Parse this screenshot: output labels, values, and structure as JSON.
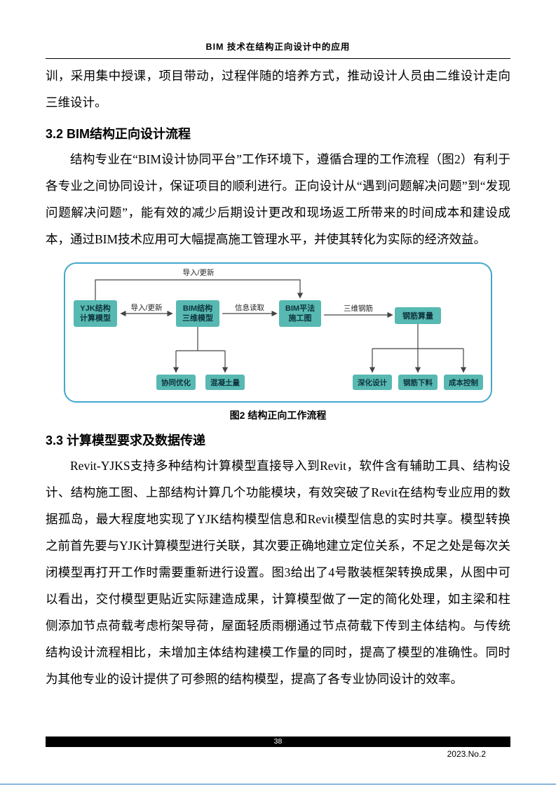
{
  "header": {
    "title": "BIM 技术在结构正向设计中的应用"
  },
  "body": {
    "para_continuation": "训，采用集中授课，项目带动，过程伴随的培养方式，推动设计人员由二维设计走向三维设计。",
    "section_32": {
      "heading": "3.2 BIM结构正向设计流程",
      "para": "结构专业在“BIM设计协同平台”工作环境下，遵循合理的工作流程（图2）有利于各专业之间协同设计，保证项目的顺利进行。正向设计从“遇到问题解决问题”到“发现问题解决问题”，能有效的减少后期设计更改和现场返工所带来的时间成本和建设成本，通过BIM技术应用可大幅提高施工管理水平，并使其转化为实际的经济效益。"
    },
    "figure": {
      "caption": "图2 结构正向工作流程",
      "nodes": {
        "yjk_model": "YJK结构\n计算模型",
        "bim_model": "BIM结构\n三维模型",
        "bim_drawing": "BIM平法\n施工图",
        "rebar_calc": "钢筋算量",
        "collab_opt": "协同优化",
        "concrete_qty": "混凝土量",
        "deepen_design": "深化设计",
        "rebar_cut": "钢筋下料",
        "cost_control": "成本控制"
      },
      "edge_labels": {
        "top": "导入/更新",
        "yjk_bim": "导入/更新",
        "info_read": "信息读取",
        "rebar_3d": "三维钢筋"
      },
      "colors": {
        "node_fill": "#57b9b2",
        "border": "#43a7cd"
      }
    },
    "section_33": {
      "heading": "3.3 计算模型要求及数据传递",
      "para": "Revit-YJKS支持多种结构计算模型直接导入到Revit，软件含有辅助工具、结构设计、结构施工图、上部结构计算几个功能模块，有效突破了Revit在结构专业应用的数据孤岛，最大程度地实现了YJK结构模型信息和Revit模型信息的实时共享。模型转换之前首先要与YJK计算模型进行关联，其次要正确地建立定位关系，不足之处是每次关闭模型再打开工作时需要重新进行设置。图3给出了4号散装框架转换成果，从图中可以看出，交付模型更贴近实际建造成果，计算模型做了一定的简化处理，如主梁和柱侧添加节点荷载考虑桁架导荷，屋面轻质雨棚通过节点荷载下传到主体结构。与传统结构设计流程相比，未增加主体结构建模工作量的同时，提高了模型的准确性。同时为其他专业的设计提供了可参照的结构模型，提高了各专业协同设计的效率。"
    }
  },
  "footer": {
    "page_number": "38",
    "issue": "2023.No.2"
  }
}
